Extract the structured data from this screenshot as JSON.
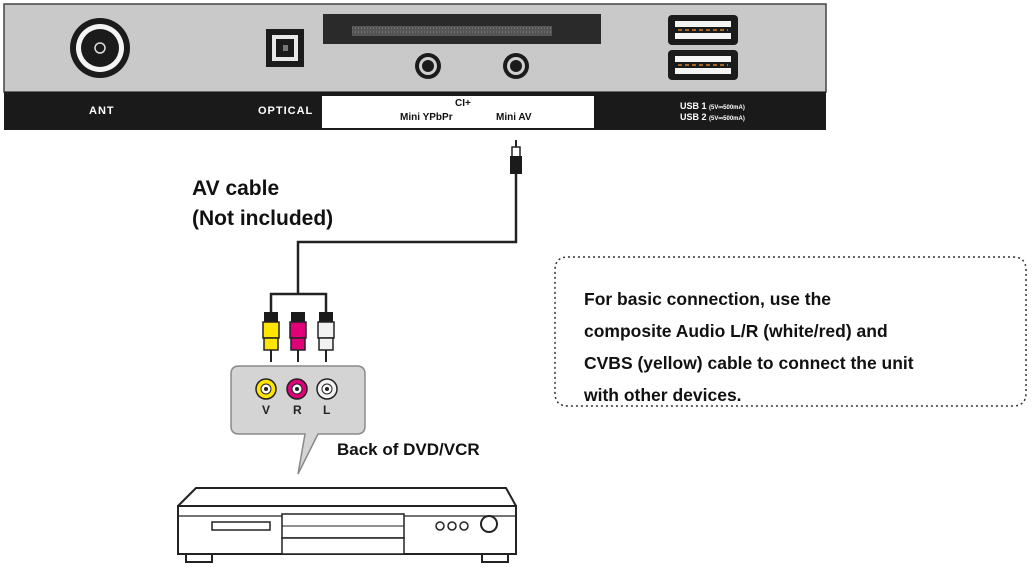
{
  "panel": {
    "ant_label": "ANT",
    "optical_label": "OPTICAL",
    "ci_label": "CI+",
    "mini_ypbpr_label": "Mini YPbPr",
    "mini_av_label": "Mini AV",
    "usb1_label": "USB 1",
    "usb1_rating": "(5V⎓500mA)",
    "usb2_label": "USB 2",
    "usb2_rating": "(5V⎓500mA)"
  },
  "cable": {
    "title_line1": "AV cable",
    "title_line2": "(Not included)"
  },
  "device": {
    "jack_v": "V",
    "jack_r": "R",
    "jack_l": "L",
    "back_label": "Back of DVD/VCR"
  },
  "note": {
    "line1": "For basic connection, use the",
    "line2": "composite Audio L/R (white/red) and",
    "line3": "CVBS (yellow) cable to connect the unit",
    "line4": "with other devices."
  },
  "colors": {
    "panel_bg": "#c9c9c9",
    "label_strip": "#1a1a1a",
    "plug_yellow": "#ffe600",
    "plug_red": "#e0007a",
    "plug_white": "#f2f2f2",
    "callout_bg": "#d4d4d4"
  }
}
